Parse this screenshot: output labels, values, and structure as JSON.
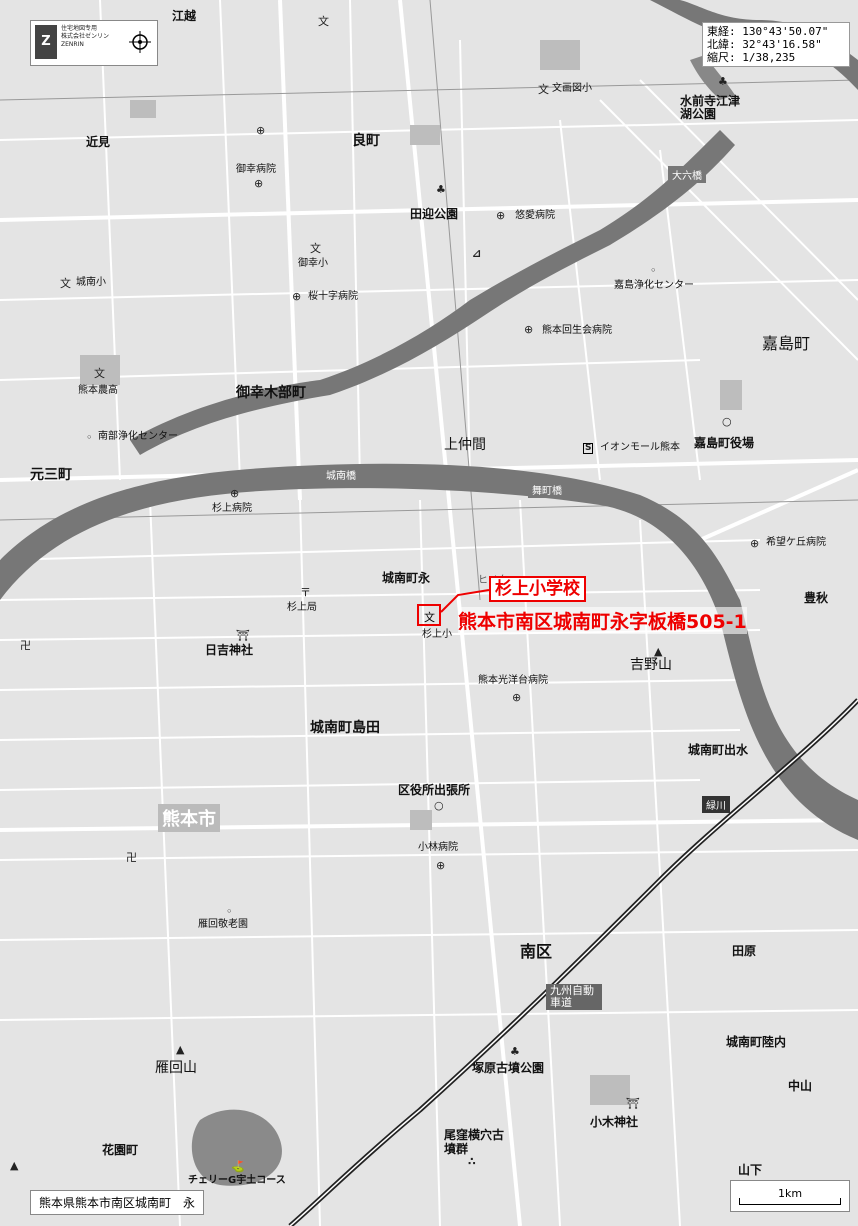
{
  "coord_box": {
    "lon": "東経: 130°43'50.07\"",
    "lat": "北緯:  32°43'16.58\"",
    "scale": "縮尺: 1/38,235"
  },
  "logo": {
    "mark": "Z",
    "lines": [
      "住宅地図专用",
      "株式会社ゼンリン",
      "ZENRIN"
    ]
  },
  "target": {
    "name": "杉上小学校",
    "address": "熊本市南区城南町永字板橋505-1",
    "symbol": "文"
  },
  "address_bar": "熊本県熊本市南区城南町　永",
  "scale_bar": "1km",
  "city": "熊本市",
  "labels": {
    "egoshi": "江越",
    "chikami": "近見",
    "yoshimachi": "良町",
    "miyuki_hosp": "御幸病院",
    "tagata_park": "田迎公園",
    "yuai_hosp": "悠愛病院",
    "jonan_elem": "城南小",
    "miyuki_elem": "御幸小",
    "sakurajuji_hosp": "桜十字病院",
    "kashima_jouka": "嘉島浄化センター",
    "kumamoto_saisei": "熊本回生会病院",
    "kashimamachi": "嘉島町",
    "kumamoto_nouko": "熊本農高",
    "miyukikibe": "御幸木部町",
    "nanbu_jouka": "南部浄化センター",
    "kashima_office": "嘉島町役場",
    "kaminakashima": "上仲間",
    "aeon": "イオンモール熊本",
    "motomimachi": "元三町",
    "sugikami_hosp": "杉上病院",
    "kibogaoka_hosp": "希望ケ丘病院",
    "jonan_naga": "城南町永",
    "sugikami_po": "杉上局",
    "toyoaki": "豊秋",
    "hiyoshi_jinja": "日吉神社",
    "sugikami_elem": "杉上小",
    "yoshinoyama": "吉野山",
    "kouyoudai_hosp": "熊本光洋台病院",
    "jonan_shimada": "城南町島田",
    "jonan_idemizu": "城南町出水",
    "kuyakusho": "区役所出張所",
    "kobayashi_hosp": "小林病院",
    "midorikawa": "緑川",
    "karigou_home": "雁回敬老園",
    "minami_ku": "南区",
    "tahara": "田原",
    "kyushu_exp": "九州自動車道",
    "jonan_rikunai": "城南町陸内",
    "tsukahara_park": "塚原古墳公園",
    "nakayama": "中山",
    "gankaizan": "雁回山",
    "ogi_jinja": "小木神社",
    "hanazono": "花園町",
    "ozakoyokoana": "尾窪横穴古墳群",
    "yamashita": "山下",
    "cherry_golf": "チェリーG宇土コース",
    "suizenji": "水前寺江津湖公園",
    "bunga_elem": "文画図小",
    "kami_ohashi": "大六橋",
    "jonan_bashi": "城南橋",
    "funamachi_bashi": "舞町橋",
    "hinokuni": "ヒノクニ"
  }
}
